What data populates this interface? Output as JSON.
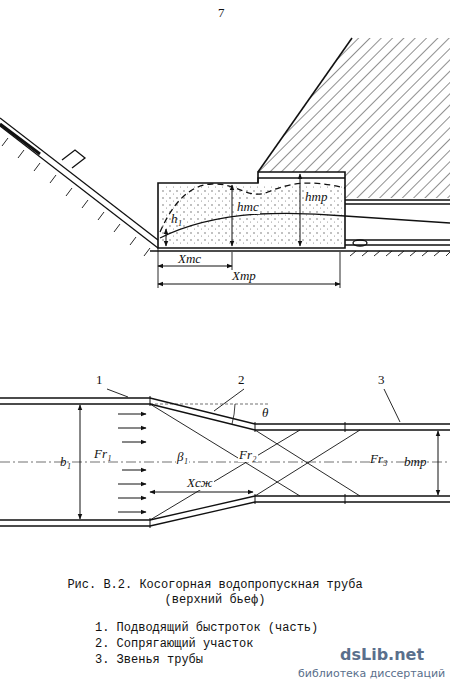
{
  "diagram": {
    "caption": "Рис. В.2. Косогорная водопропускная труба (верхний бьеф)",
    "labels": [
      "7",
      "h₁",
      "hтс",
      "hтр",
      "Xтс",
      "Xтр",
      "1",
      "2",
      "3",
      "b₁",
      "Fr₁",
      "θ",
      "β₁",
      "Fr₂",
      "Fr₃",
      "bтр",
      "Xсж",
      "1. Подводящий быстроток (часть)",
      "2. Сопрягающий участок",
      "3. Звенья трубы",
      "dsLib.net",
      "библиотека диссертаций"
    ]
  }
}
